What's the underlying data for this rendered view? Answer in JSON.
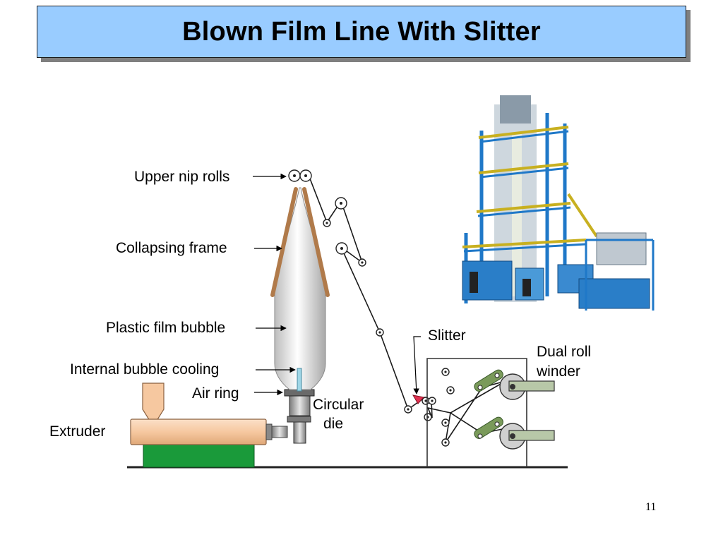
{
  "title": "Blown Film Line With Slitter",
  "labels": {
    "upper_nip_rolls": "Upper nip rolls",
    "collapsing_frame": "Collapsing frame",
    "plastic_film_bubble": "Plastic film bubble",
    "internal_bubble_cooling": "Internal bubble cooling",
    "air_ring": "Air ring",
    "extruder": "Extruder",
    "circular": "Circular",
    "die": "die",
    "slitter": "Slitter",
    "dual_roll": "Dual roll",
    "winder": "winder"
  },
  "page_number": "11",
  "colors": {
    "title_fill": "#99ccff",
    "extruder_body": "#f6c8a0",
    "extruder_base": "#1a9a3a",
    "collapsing_frame": "#b07a4a",
    "bubble": "#d8d8d8",
    "slitter_blade": "#e03050",
    "winder_belt": "#7a9a5a"
  },
  "plant_photo": {
    "icon": "blown-film-plant-illustration"
  }
}
